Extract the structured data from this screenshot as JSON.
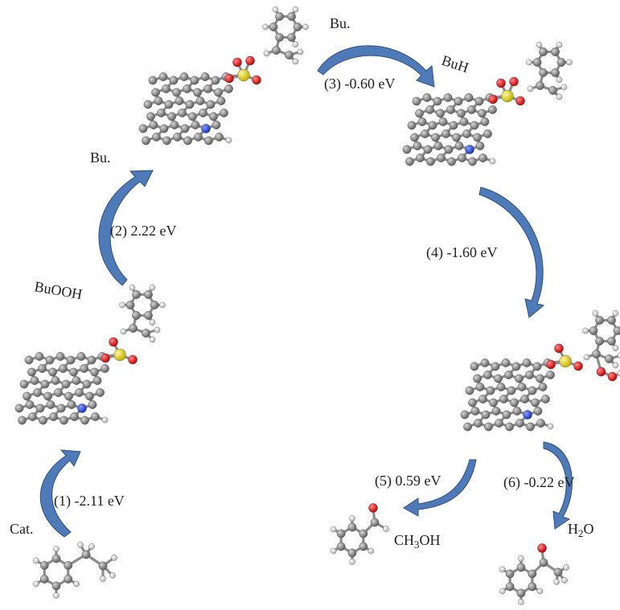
{
  "labels": {
    "bu_left": "Bu.",
    "bu_top": "Bu.",
    "buh": "BuH",
    "buooh": "BuOOH",
    "cat": "Cat.",
    "h2o_h": "H",
    "h2o_2": "2",
    "h2o_o": "O",
    "ch3oh_ch": "CH",
    "ch3oh_3": "3",
    "ch3oh_oh": "OH"
  },
  "steps": [
    {
      "id": "1",
      "text": "(1)  -2.11  eV"
    },
    {
      "id": "2",
      "text": "(2)  2.22  eV"
    },
    {
      "id": "3",
      "text": "(3)  -0.60  eV"
    },
    {
      "id": "4",
      "text": "(4)  -1.60  eV"
    },
    {
      "id": "5",
      "text": "(5)  0.59  eV"
    },
    {
      "id": "6",
      "text": "(6)  -0.22  eV"
    }
  ],
  "colors": {
    "arrow": "#4f7ab8",
    "arrow_edge": "#2f4f86",
    "carbon": "#7d7d7d",
    "hydrogen": "#e6e6e6",
    "nitrogen": "#1f3fd6",
    "oxygen": "#e01010",
    "sulfur": "#e3d41a"
  }
}
